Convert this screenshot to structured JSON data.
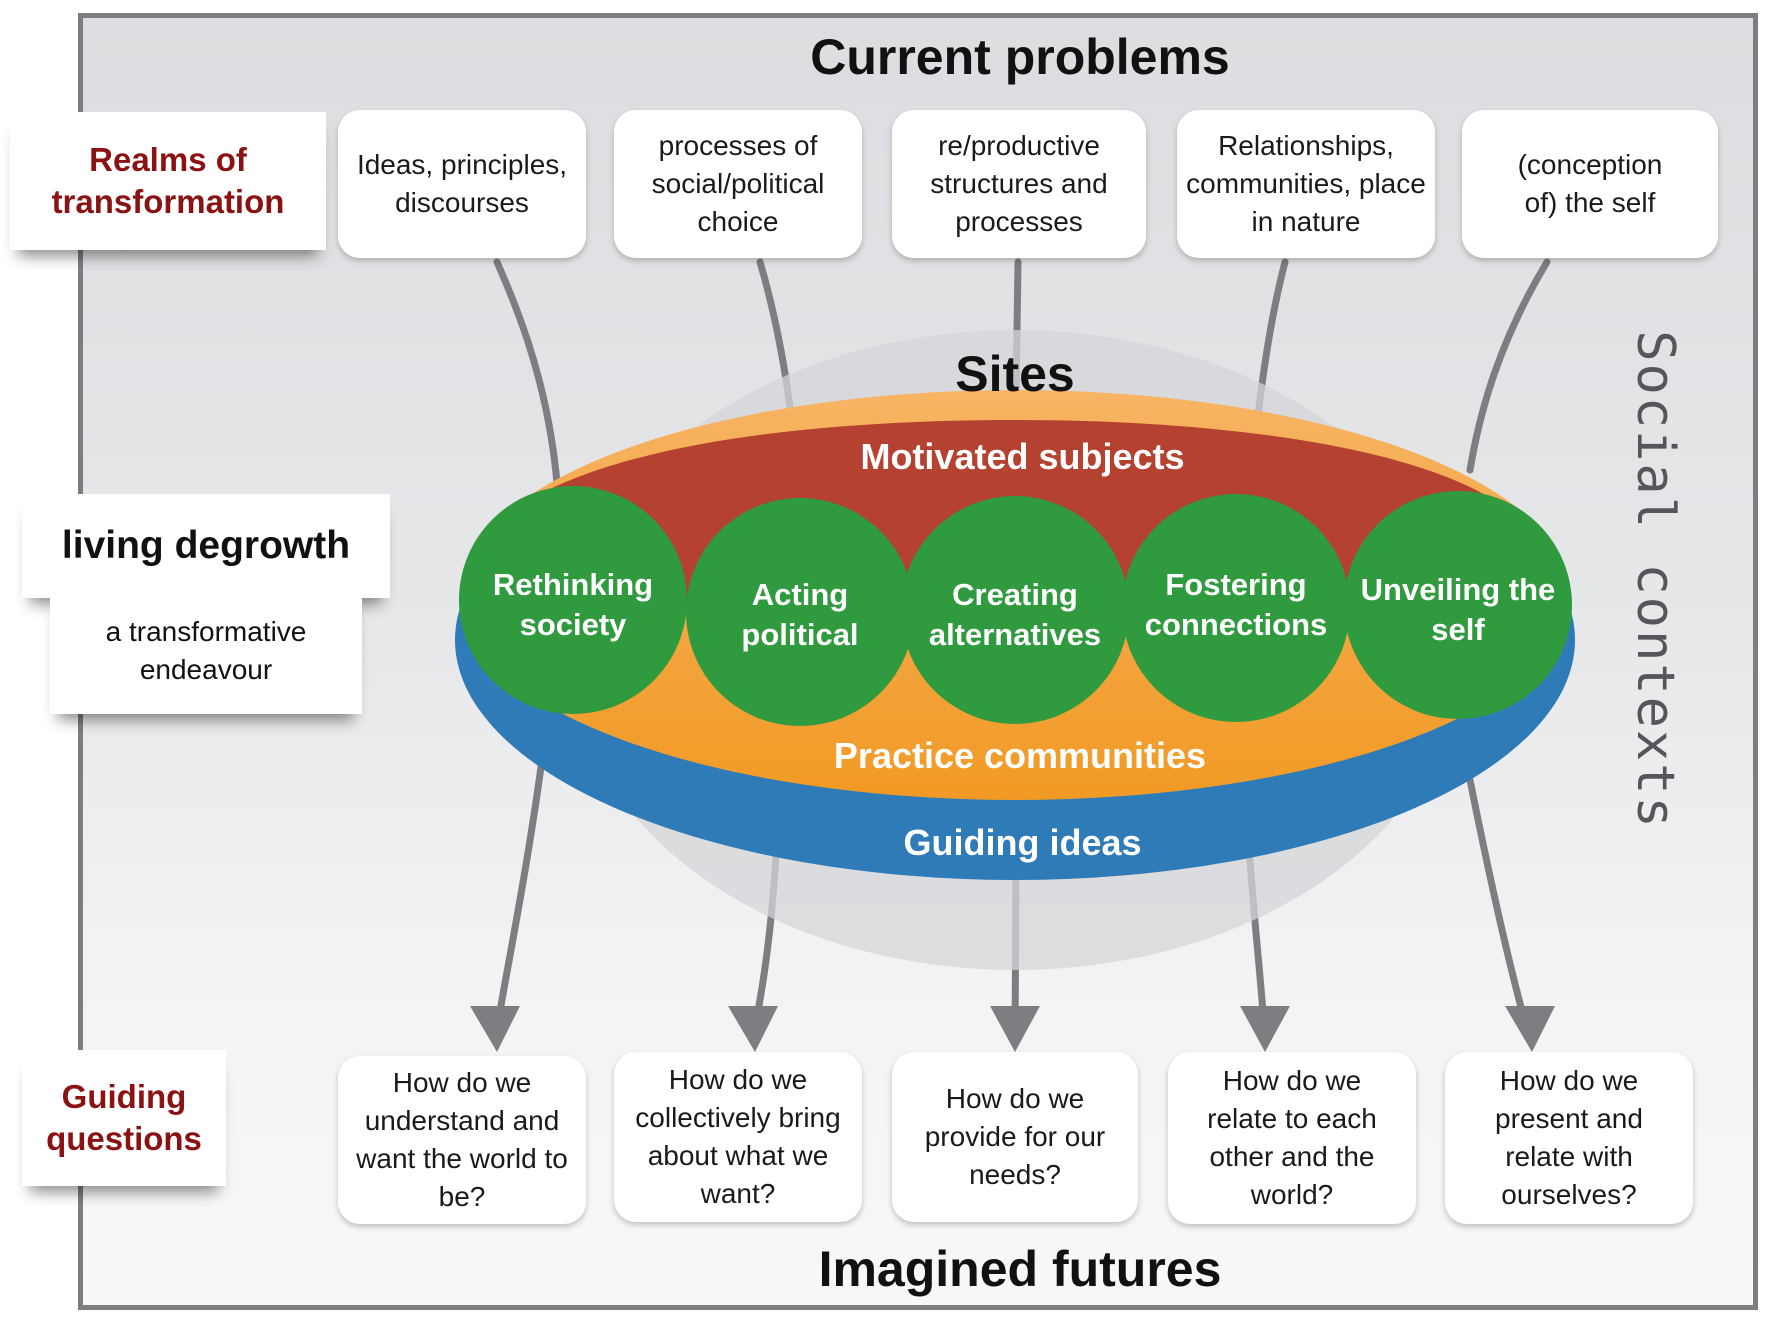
{
  "header": {
    "title": "Current problems"
  },
  "footer": {
    "title": "Imagined futures"
  },
  "side_labels": {
    "realms": "Realms of transformation",
    "living_title": "living degrowth",
    "living_subtitle": "a transformative endeavour",
    "guiding_questions": "Guiding questions",
    "social_contexts": "Social contexts"
  },
  "realms": [
    "Ideas, principles, discourses",
    "processes of social/political choice",
    "re/productive structures and processes",
    "Relationships, communities, place in nature",
    "(conception of) the self"
  ],
  "sites": {
    "title": "Sites",
    "layers": {
      "top": "Motivated subjects",
      "middle": "Practice communities",
      "bottom": "Guiding ideas"
    },
    "circles": [
      "Rethinking society",
      "Acting political",
      "Creating alternatives",
      "Fostering connections",
      "Unveiling the self"
    ]
  },
  "questions": [
    "How do we understand and want the world to be?",
    "How do we collectively bring about what we want?",
    "How do we provide for our needs?",
    "How do we relate to each other and the world?",
    "How do we present and relate with ourselves?"
  ],
  "colors": {
    "motivated_subjects": "#b54130",
    "practice_communities": "#f3a23b",
    "guiding_ideas": "#2f7bb8",
    "sites_circle": "#2f9a3e",
    "realm_label": "#8b1212",
    "arrow": "#7d7e82"
  }
}
